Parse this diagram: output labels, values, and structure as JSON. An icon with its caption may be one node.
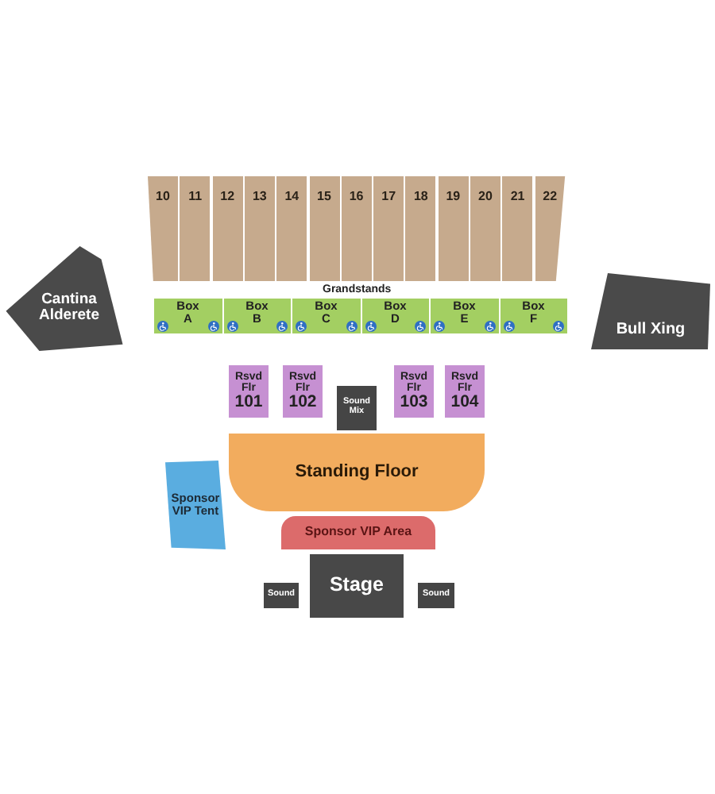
{
  "diagram": {
    "nodes": [
      {
        "text": [
          "10"
        ]
      },
      {
        "text": [
          "11"
        ]
      },
      {
        "text": [
          "12"
        ]
      },
      {
        "text": [
          "13"
        ]
      },
      {
        "text": [
          "14"
        ]
      },
      {
        "text": [
          "15"
        ]
      },
      {
        "text": [
          "16"
        ]
      },
      {
        "text": [
          "17"
        ]
      },
      {
        "text": [
          "18"
        ]
      },
      {
        "text": [
          "19"
        ]
      },
      {
        "text": [
          "20"
        ]
      },
      {
        "text": [
          "21"
        ]
      },
      {
        "text": [
          "22"
        ]
      },
      {
        "text": [
          "Cantina Alderete"
        ]
      },
      {
        "text": [
          "Bull Xing"
        ]
      },
      {
        "text": [
          "Box A"
        ]
      },
      {
        "text": [
          "Box B"
        ]
      },
      {
        "text": [
          "Box C"
        ]
      },
      {
        "text": [
          "Box D"
        ]
      },
      {
        "text": [
          "Box E"
        ]
      },
      {
        "text": [
          "Box F"
        ]
      },
      {
        "text": [
          "Rsvd Flr",
          "101"
        ]
      },
      {
        "text": [
          "Rsvd Flr",
          "102"
        ]
      },
      {
        "text": [
          "Rsvd Flr",
          "103"
        ]
      },
      {
        "text": [
          "Rsvd Flr",
          "104"
        ]
      },
      {
        "text": [
          "Sound Mix"
        ]
      },
      {
        "text": [
          "Standing Floor"
        ]
      },
      {
        "text": [
          "Sponsor VIP Tent"
        ]
      },
      {
        "text": [
          "Sponsor VIP Area"
        ]
      },
      {
        "text": [
          "Sound"
        ]
      },
      {
        "text": [
          "Stage"
        ]
      },
      {
        "text": [
          "Sound"
        ]
      }
    ],
    "labels": [
      "Grandstands"
    ]
  }
}
